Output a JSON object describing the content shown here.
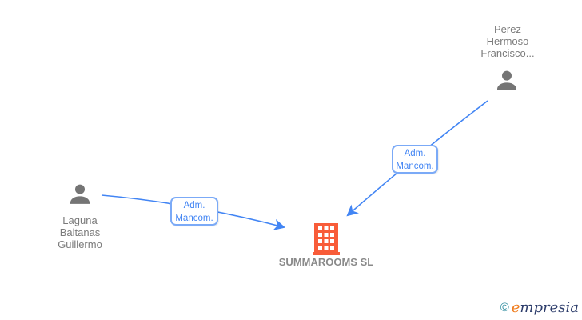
{
  "diagram": {
    "nodes": [
      {
        "id": "perez",
        "type": "person",
        "icon": "person-icon",
        "label": "Perez Hermoso Francisco..."
      },
      {
        "id": "laguna",
        "type": "person",
        "icon": "person-icon",
        "label": "Laguna Baltanas Guillermo"
      },
      {
        "id": "summarooms",
        "type": "company",
        "icon": "building-icon",
        "label": "SUMMAROOMS SL"
      }
    ],
    "edges": [
      {
        "from": "laguna",
        "to": "summarooms",
        "label": "Adm. Mancom."
      },
      {
        "from": "perez",
        "to": "summarooms",
        "label": "Adm. Mancom."
      }
    ]
  },
  "watermark": {
    "copyright_symbol": "©",
    "brand_initial": "e",
    "brand_rest": "mpresia"
  },
  "colors": {
    "background": "#FFFFFF",
    "edge_blue": "#4285F4",
    "edge_label_border": "#7BAAF7",
    "edge_label_text": "#4285F4",
    "person_gray": "#757575",
    "node_label_gray": "#7B7B7B",
    "company_label_gray": "#8A8A8A",
    "building_orange": "#F85C39",
    "logo_copyright_teal": "#2A8A9D",
    "logo_initial_orange": "#F07D1F",
    "logo_text_navy": "#2D3D6B"
  }
}
